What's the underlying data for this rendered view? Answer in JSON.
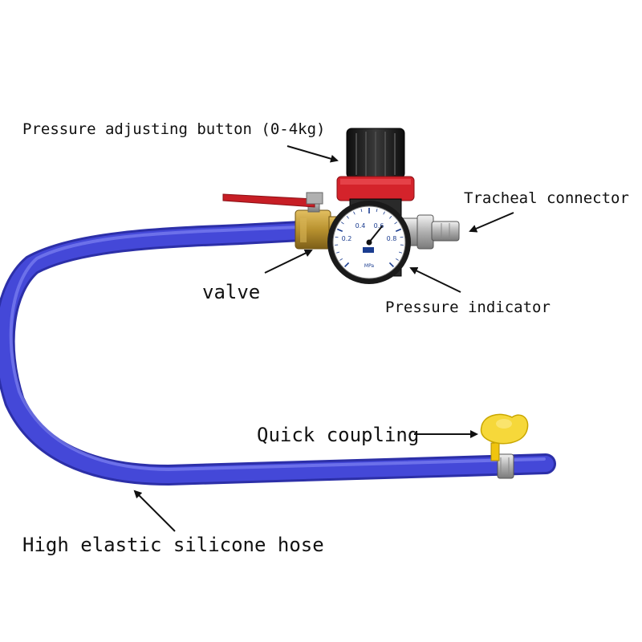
{
  "labels": {
    "pressure_adjusting_button": "Pressure adjusting button (0-4kg)",
    "tracheal_connector": "Tracheal connector",
    "valve": "valve",
    "pressure_indicator": "Pressure indicator",
    "quick_coupling": "Quick coupling",
    "silicone_hose": "High elastic silicone hose"
  },
  "gauge": {
    "scale_ticks": [
      "0.2",
      "0.4",
      "0.6",
      "0.8"
    ],
    "unit": "MPa"
  },
  "colors": {
    "hose": "#3b3fcf",
    "hose_highlight": "#6f74f0",
    "knob": "#1b1b1b",
    "collar": "#d4232b",
    "valve_handle": "#c71e25",
    "brass": "#b8912f",
    "gauge_face": "#ffffff",
    "gauge_rim": "#1a1a1a",
    "connector": "#c9c9c9",
    "quick_coupling": "#f2d21c"
  }
}
